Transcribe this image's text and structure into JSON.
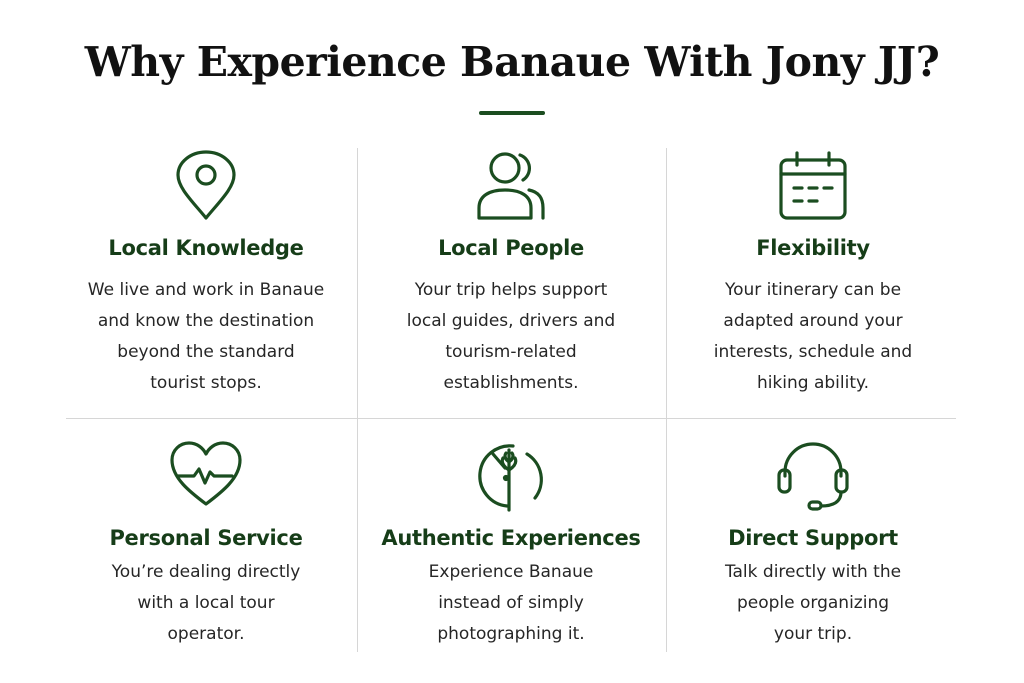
{
  "title": "Why Experience Banaue With Jony JJ?",
  "accent_color": "#1b4d20",
  "features": [
    {
      "icon": "location-pin-icon",
      "heading": "Local Knowledge",
      "lines": [
        "We live and work in Banaue",
        "and know the destination",
        "beyond the standard",
        "tourist stops."
      ]
    },
    {
      "icon": "people-icon",
      "heading": "Local People",
      "lines": [
        "Your trip helps support",
        "local guides, drivers and",
        "tourism-related",
        "establishments."
      ]
    },
    {
      "icon": "calendar-icon",
      "heading": "Flexibility",
      "lines": [
        "Your itinerary can be",
        "adapted around your",
        "interests, schedule and",
        "hiking ability."
      ]
    },
    {
      "icon": "heart-pulse-icon",
      "heading": "Personal Service",
      "lines": [
        "You’re dealing directly",
        "with a local tour",
        "operator."
      ]
    },
    {
      "icon": "rice-plant-icon",
      "heading": "Authentic Experiences",
      "lines": [
        "Experience Banaue",
        "instead of simply",
        "photographing it."
      ]
    },
    {
      "icon": "headset-icon",
      "heading": "Direct Support",
      "lines": [
        "Talk directly with the",
        "people organizing",
        "your trip."
      ]
    }
  ]
}
